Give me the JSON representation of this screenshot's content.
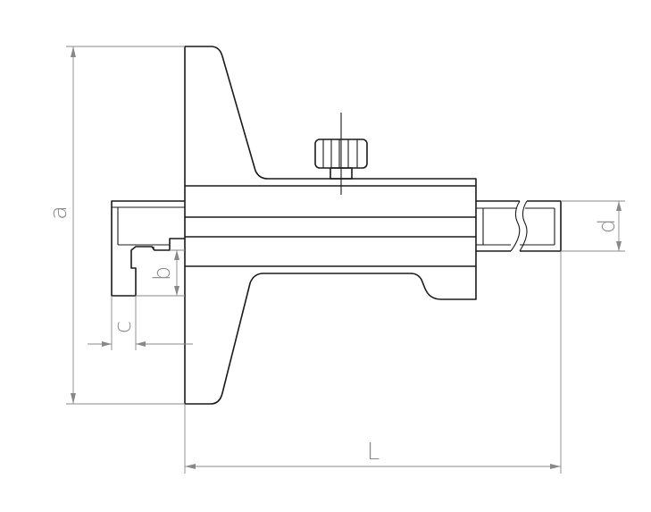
{
  "diagram": {
    "dimension_labels": {
      "a": "a",
      "b": "b",
      "c": "c",
      "d": "d",
      "L": "L"
    },
    "colors": {
      "outline": "#1a1a1a",
      "dimension": "#888888",
      "background": "#ffffff"
    }
  }
}
